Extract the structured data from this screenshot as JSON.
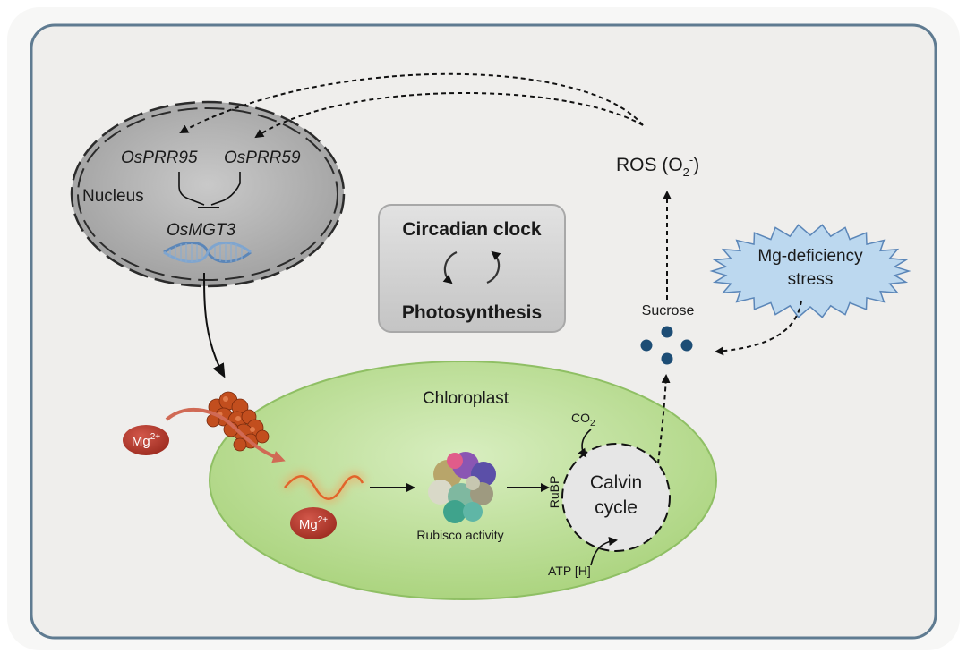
{
  "nucleus": {
    "label": "Nucleus",
    "genes": {
      "prr95": "OsPRR95",
      "prr59": "OsPRR59",
      "mgt3": "OsMGT3"
    }
  },
  "center_box": {
    "top": "Circadian clock",
    "bottom": "Photosynthesis"
  },
  "ros": {
    "base": "ROS (O",
    "sub": "2",
    "sup": "-",
    "close": ")"
  },
  "stress": {
    "line1": "Mg-deficiency",
    "line2": "stress"
  },
  "sucrose": {
    "label": "Sucrose"
  },
  "chloroplast": {
    "label": "Chloroplast",
    "rubisco_label": "Rubisco activity",
    "calvin_line1": "Calvin",
    "calvin_line2": "cycle",
    "rubp": "RuBP",
    "co2_base": "CO",
    "co2_sub": "2",
    "atp": "ATP [H]"
  },
  "mg_ion": {
    "base": "Mg",
    "sup": "2+"
  },
  "colors": {
    "panel_bg": "#efeeec",
    "panel_border": "#5f7b91",
    "nucleus_fill": "#b3b3b3",
    "chloroplast_fill": "#b9dc8e",
    "stress_fill": "#bcd8ef",
    "sucrose_dot": "#1d4d75",
    "mg_ion": "#b23a2c",
    "arrow_red": "#d06a55"
  }
}
